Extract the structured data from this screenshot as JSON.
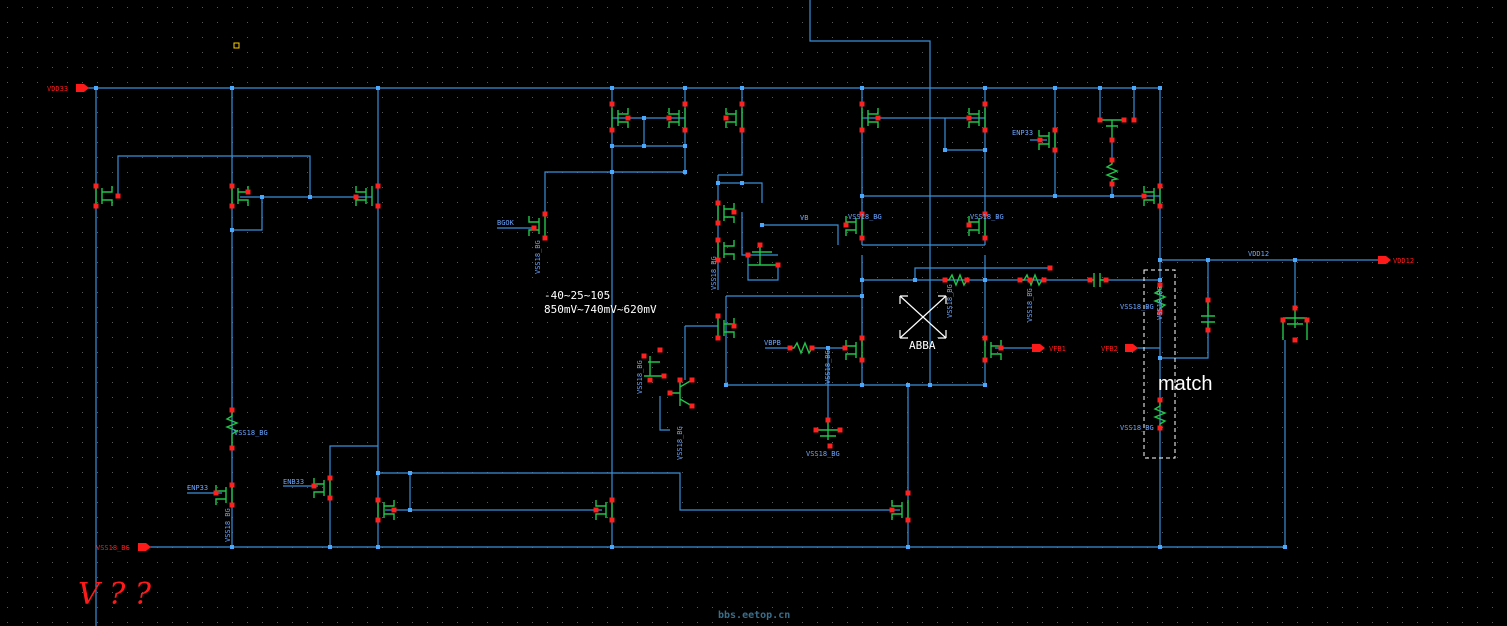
{
  "colors": {
    "background": "#000000",
    "grid_dot": "#5a5a5a",
    "wire": "#3a8fd8",
    "device": "#23c44a",
    "pin_dot": "#ff2020",
    "junction": "#4aa8ff",
    "net_label": "#6aa6ff",
    "port": "#ff1a1a",
    "note_text": "#ffffff",
    "handwriting": "#ff1a1a",
    "marker": "#ffd000"
  },
  "ports": {
    "vdd33": "VDD33",
    "vss18": "VSS18_BG",
    "vdd12": "VDD12",
    "vfb1": "VFB1",
    "vfb2": "VFB2"
  },
  "net_labels": {
    "bgok": "BGOK",
    "vb": "VB",
    "vbp": "VBPB",
    "enp33_left": "ENP33",
    "enb33": "ENB33",
    "enp33_right": "ENP33",
    "vdd12_net": "VDD12",
    "vss_left_res": "VSS18_BG",
    "vss_bgok": "VSS18_BG",
    "vss_enp33": "VSS18_BG",
    "vss_mid1": "VSS18_BG",
    "vss_mid2": "VSS18_BG",
    "vss_right1": "VSS18_BG",
    "vss_right2": "VSS18_BG",
    "vss_bottom": "VSS18_BG",
    "vss_res_a": "VSS18_BG",
    "vss_res_b": "VSS18_BG",
    "vss_vbp_res": "VSS18_BG",
    "vss_bjt": "VSS18_BG",
    "vss_left_mos": "VSS18_BG",
    "vss_match1": "VSS18_BG",
    "vss_match2": "VSS18_BG"
  },
  "annotations": {
    "temperature": "-40~25~105",
    "voltage": "850mV~740mV~620mV",
    "abba": "ABBA",
    "match": "match",
    "handwritten": "V ? ?",
    "watermark": "bbs.eetop.cn"
  }
}
